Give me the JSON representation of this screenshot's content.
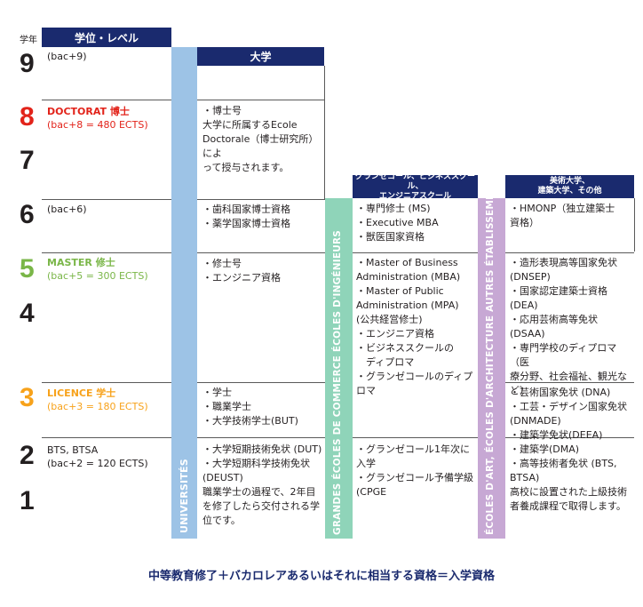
{
  "colors": {
    "navy": "#1a2a6e",
    "universities_band": "#9dc3e6",
    "grandes_ecoles_band": "#8fd4b9",
    "ecoles_art_band": "#c7a8d4",
    "doctorat": "#e2231a",
    "master": "#7ab648",
    "licence": "#f7a21b"
  },
  "header": {
    "year_label": "学年",
    "level_label": "学位・レベル",
    "university_label": "大学",
    "grandes_ecoles_label": "グランゼコール、ビジネススクール、\nエンジニアスクール",
    "art_label": "美術大学、\n建築大学、その他"
  },
  "years": {
    "y9": "9",
    "y8": "8",
    "y7": "7",
    "y6": "6",
    "y5": "5",
    "y4": "4",
    "y3": "3",
    "y2": "2",
    "y1": "1"
  },
  "levels": {
    "bac9": "(bac+9)",
    "doctorat_title": "DOCTORAT 博士",
    "doctorat_ects": "(bac+8 = 480 ECTS)",
    "bac6": "(bac+6)",
    "master_title": "MASTER 修士",
    "master_ects": "(bac+5 = 300 ECTS)",
    "licence_title": "LICENCE 学士",
    "licence_ects": "(bac+3 = 180 ECTS)",
    "bts_title": "BTS, BTSA",
    "bts_ects": "(bac+2 = 120 ECTS)"
  },
  "bands": {
    "universities": "UNIVERSITÉS",
    "grandes_ecoles": "GRANDES ÉCOLES DE COMMERCE ÉCOLES D'INGÉNIEURS",
    "ecoles_art": "ÉCOLES D'ART, ÉCOLES D'ARCHITECTURE AUTRES ÉTABLISSEMENTS"
  },
  "university": {
    "doctorat": "・博士号\n大学に所属するEcole\nDoctorale（博士研究所）によ\nって授与されます。",
    "bac6": "・歯科国家博士資格\n・薬学国家博士資格",
    "master": "・修士号\n・エンジニア資格",
    "licence": "・学士\n・職業学士\n・大学技術学士(BUT)",
    "bts": "・大学短期技術免状 (DUT)\n・大学短期科学技術免状\n(DEUST)\n職業学士の過程で、2年目\nを修了したら交付される学\n位です。"
  },
  "grandes_ecoles": {
    "bac6": "・専門修士 (MS)\n・Executive MBA\n・獣医国家資格",
    "master": "・Master of Business\nAdministration (MBA)\n・Master of Public\nAdministration (MPA)\n(公共経営修士)\n・エンジニア資格\n・ビジネススクールの\n　ディプロマ\n・グランゼコールのディプロマ",
    "bts": "・グランゼコール1年次に\n入学\n・グランゼコール予備学級\n(CPGE"
  },
  "ecoles_art": {
    "bac6": "・HMONP（独立建築士\n資格）",
    "master": "・造形表現高等国家免状\n(DNSEP)\n・国家認定建築士資格 (DEA)\n・応用芸術高等免状\n(DSAA)\n・専門学校のディプロマ（医\n療分野、社会福祉、観光など）",
    "licence": "・芸術国家免状 (DNA)\n・工芸・デザイン国家免状\n(DNMADE)\n・建築学免状(DEEA)",
    "bts": "・建築学(DMA)\n・高等技術者免状 (BTS,\nBTSA)\n高校に設置された上級技術\n者養成課程で取得します。"
  },
  "footer": "中等教育修了＋バカロレアあるいはそれに相当する資格＝入学資格"
}
